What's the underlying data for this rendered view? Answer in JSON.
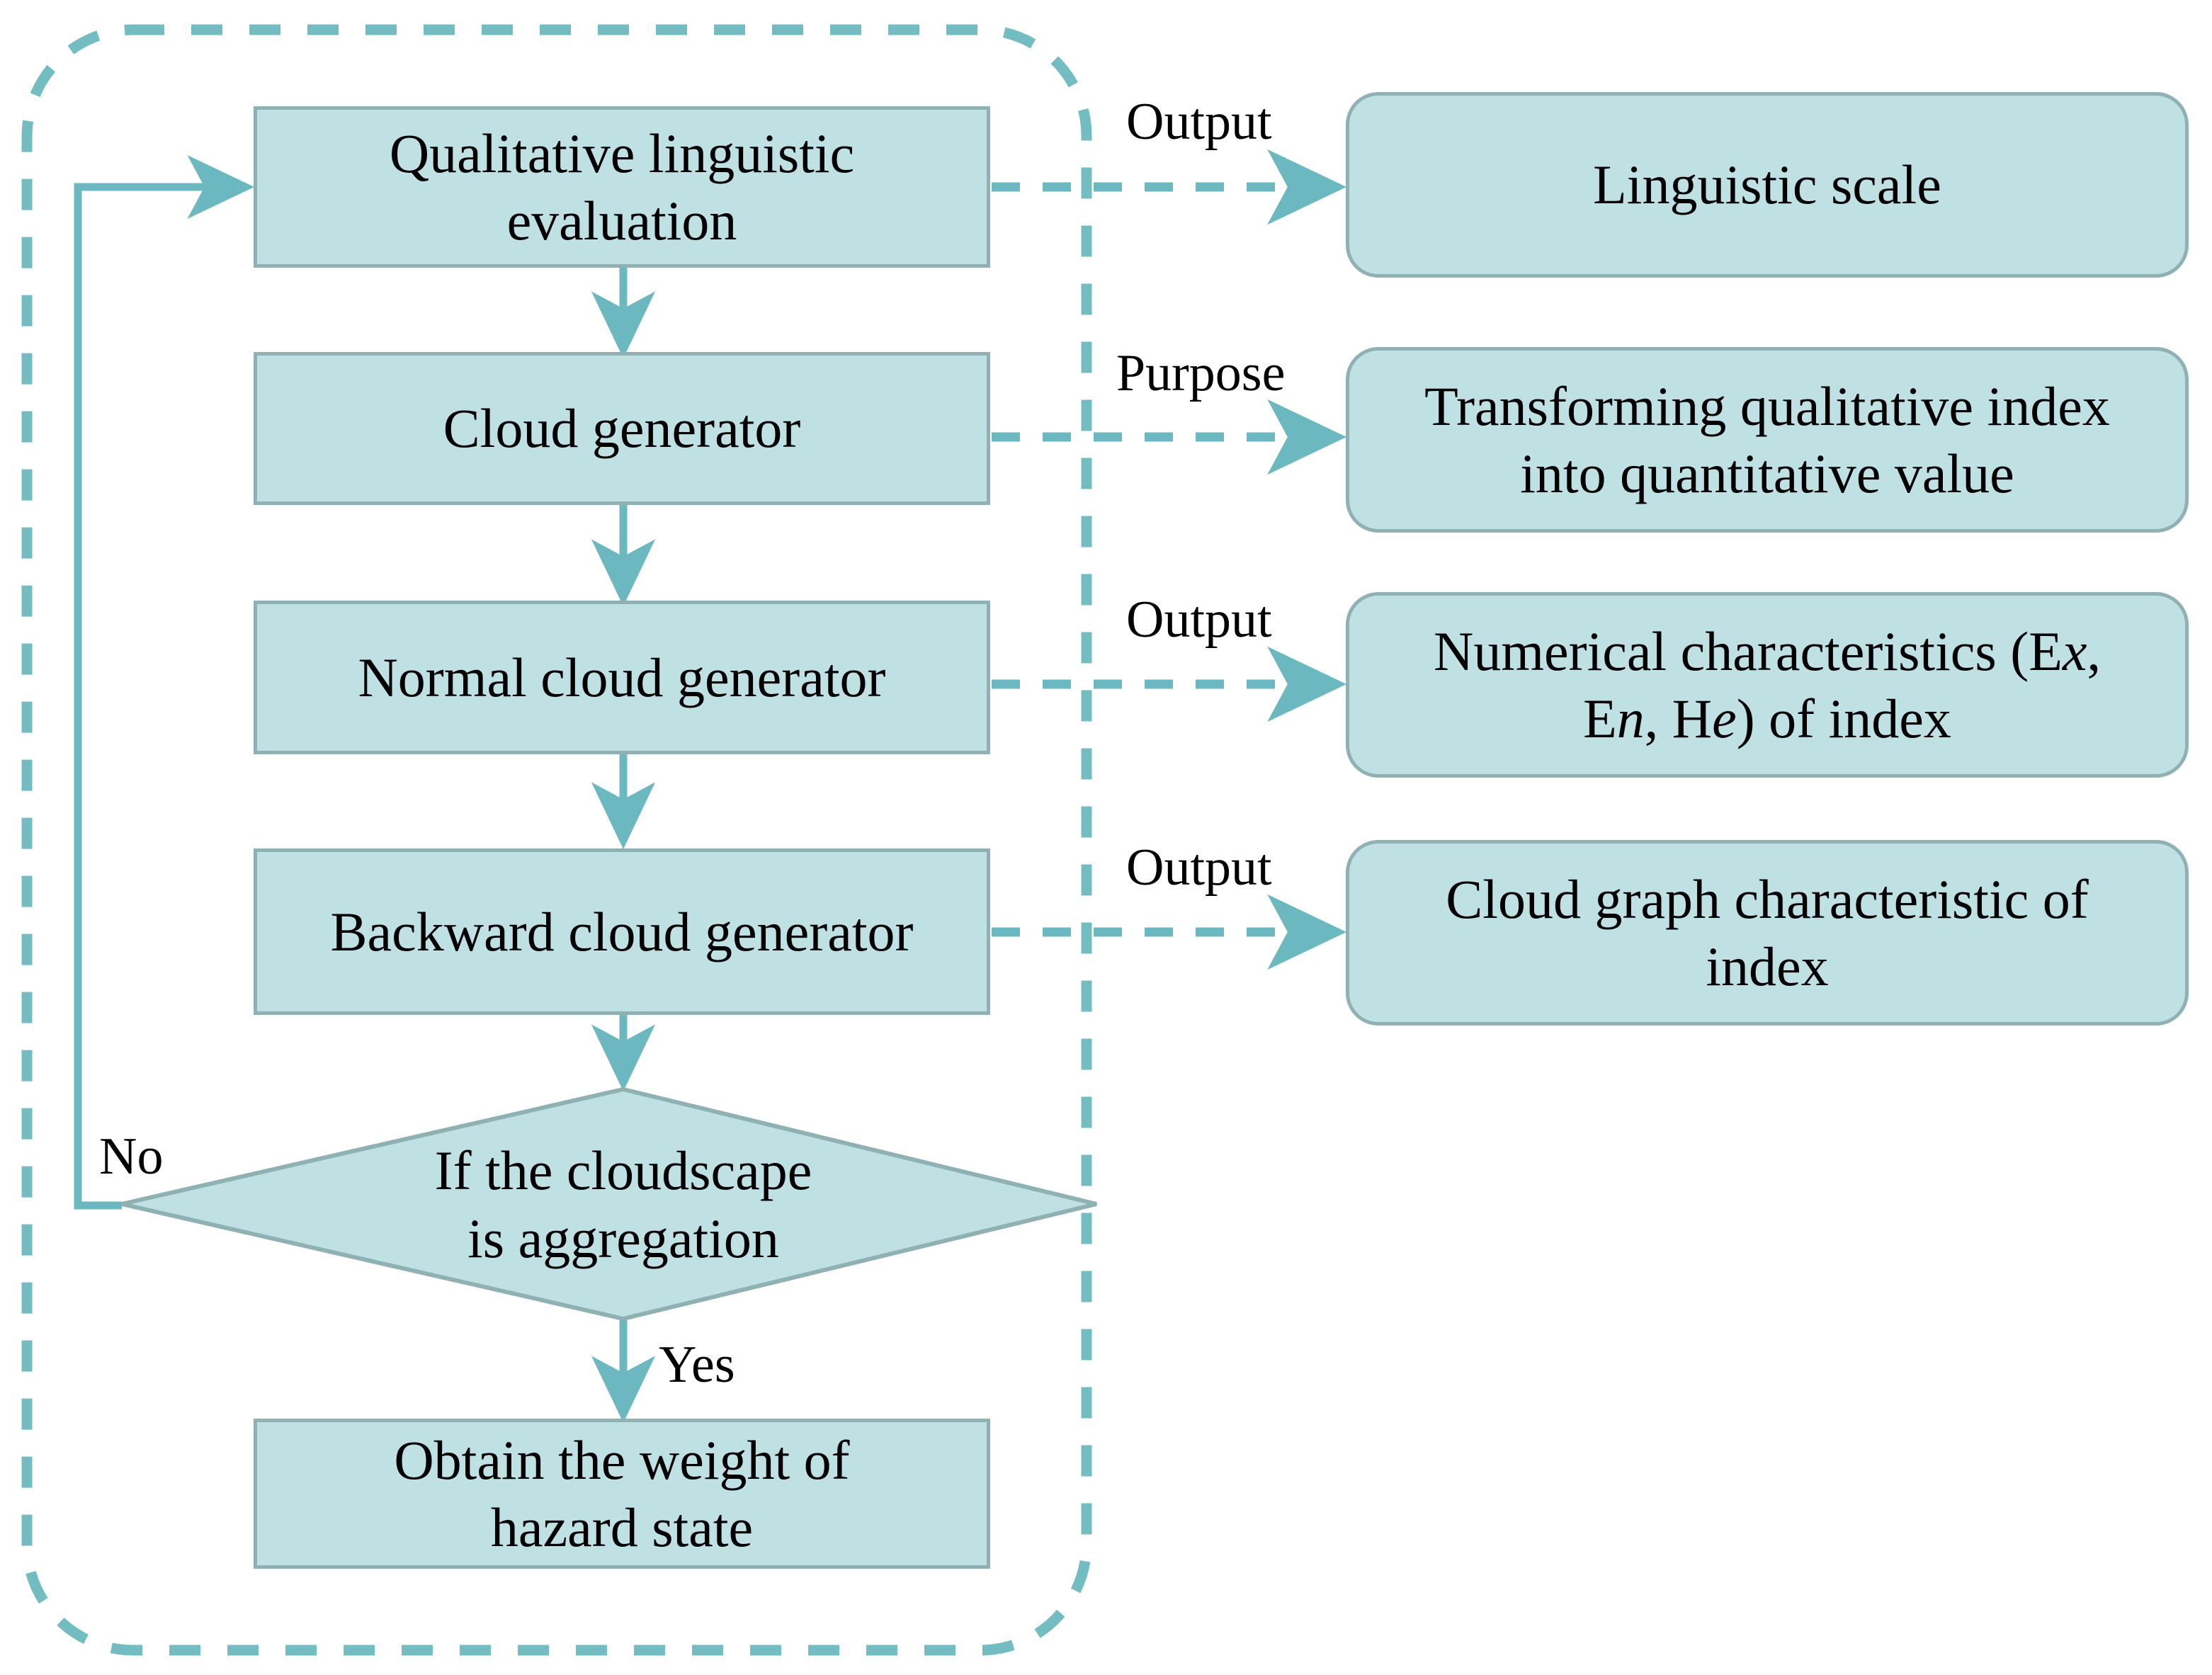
{
  "colors": {
    "node_fill": "#bfe1e3",
    "node_border": "#8fb1b4",
    "connector": "#6cb8c0",
    "dashed_loop": "#72bcc2",
    "text": "#000000",
    "background": "#ffffff"
  },
  "flow": {
    "steps": [
      {
        "id": "qualitative-linguistic-evaluation",
        "label": "Qualitative linguistic evaluation"
      },
      {
        "id": "cloud-generator",
        "label": "Cloud generator"
      },
      {
        "id": "normal-cloud-generator",
        "label": "Normal cloud generator"
      },
      {
        "id": "backward-cloud-generator",
        "label": "Backward cloud generator"
      }
    ],
    "decision": {
      "id": "if-the-cloudscape-is-aggregation",
      "line1": "If the cloudscape",
      "line2": "is aggregation",
      "branch_no": "No",
      "branch_yes": "Yes"
    },
    "terminal": {
      "id": "obtain-the-weight-of-hazard-state",
      "line1": "Obtain the weight of",
      "line2": "hazard state"
    }
  },
  "annotations": [
    {
      "relation": "Output",
      "box_id": "linguistic-scale",
      "text": "Linguistic scale",
      "lines": [
        "Linguistic scale"
      ]
    },
    {
      "relation": "Purpose",
      "box_id": "transforming-qualitative-index-into-quantitative-value",
      "text": "Transforming qualitative index into quantitative value",
      "lines": [
        "Transforming qualitative index",
        "into quantitative value"
      ]
    },
    {
      "relation": "Output",
      "box_id": "numerical-characteristics-of-index",
      "text": "Numerical characteristics (Ex, En, He) of index",
      "lines": [
        "Numerical characteristics (Ex,",
        "En, He) of index"
      ]
    },
    {
      "relation": "Output",
      "box_id": "cloud-graph-characteristic-of-index",
      "text": "Cloud graph characteristic of index",
      "lines": [
        "Cloud graph characteristic of",
        "index"
      ]
    }
  ],
  "chart_data": {
    "type": "table",
    "title": "Cloud model evaluation flow",
    "nodes": [
      {
        "kind": "process",
        "text": "Qualitative linguistic evaluation"
      },
      {
        "kind": "process",
        "text": "Cloud generator"
      },
      {
        "kind": "process",
        "text": "Normal cloud generator"
      },
      {
        "kind": "process",
        "text": "Backward cloud generator"
      },
      {
        "kind": "decision",
        "text": "If the cloudscape is aggregation"
      },
      {
        "kind": "process",
        "text": "Obtain the weight of hazard state"
      },
      {
        "kind": "output",
        "text": "Linguistic scale"
      },
      {
        "kind": "output",
        "text": "Transforming qualitative index into quantitative value"
      },
      {
        "kind": "output",
        "text": "Numerical characteristics (Ex, En, He) of index"
      },
      {
        "kind": "output",
        "text": "Cloud graph characteristic of index"
      }
    ],
    "edges": [
      {
        "from": "Qualitative linguistic evaluation",
        "to": "Cloud generator",
        "label": ""
      },
      {
        "from": "Cloud generator",
        "to": "Normal cloud generator",
        "label": ""
      },
      {
        "from": "Normal cloud generator",
        "to": "Backward cloud generator",
        "label": ""
      },
      {
        "from": "Backward cloud generator",
        "to": "If the cloudscape is aggregation",
        "label": ""
      },
      {
        "from": "If the cloudscape is aggregation",
        "to": "Obtain the weight of hazard state",
        "label": "Yes"
      },
      {
        "from": "If the cloudscape is aggregation",
        "to": "Qualitative linguistic evaluation",
        "label": "No"
      },
      {
        "from": "Qualitative linguistic evaluation",
        "to": "Linguistic scale",
        "label": "Output"
      },
      {
        "from": "Cloud generator",
        "to": "Transforming qualitative index into quantitative value",
        "label": "Purpose"
      },
      {
        "from": "Normal cloud generator",
        "to": "Numerical characteristics (Ex, En, He) of index",
        "label": "Output"
      },
      {
        "from": "Backward cloud generator",
        "to": "Cloud graph characteristic of index",
        "label": "Output"
      }
    ]
  }
}
